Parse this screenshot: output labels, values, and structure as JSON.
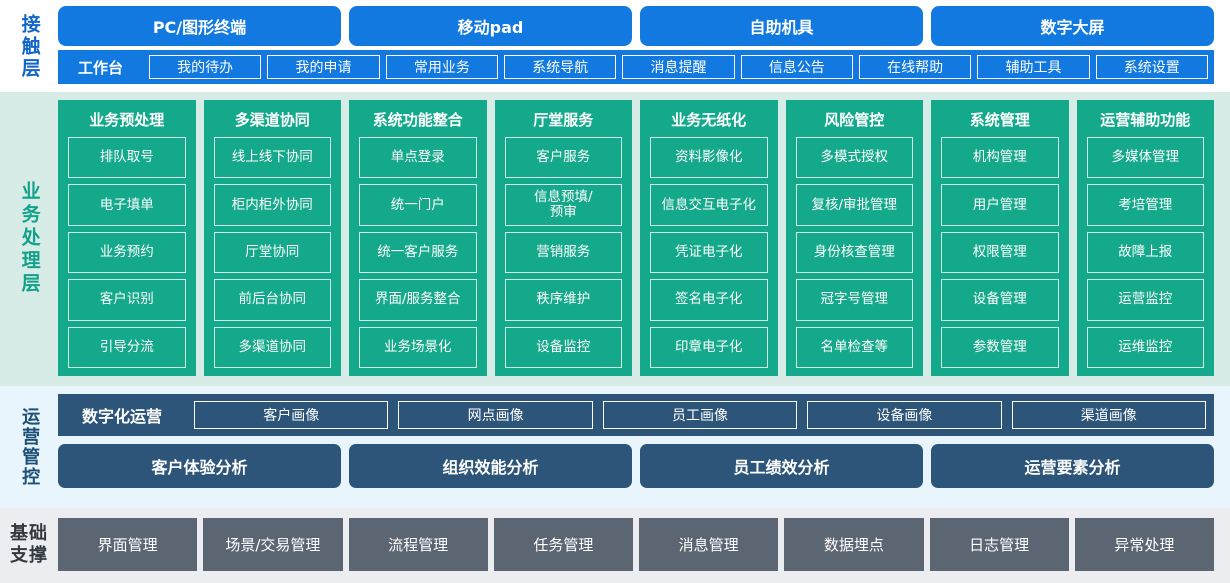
{
  "layers": {
    "contact": {
      "label": "接触层",
      "accent": "#1279e0",
      "channels": [
        "PC/图形终端",
        "移动pad",
        "自助机具",
        "数字大屏"
      ],
      "workbench_title": "工作台",
      "workbench_items": [
        "我的待办",
        "我的申请",
        "常用业务",
        "系统导航",
        "消息提醒",
        "信息公告",
        "在线帮助",
        "辅助工具",
        "系统设置"
      ]
    },
    "business": {
      "label": "业务处理层",
      "accent": "#15a98b",
      "background": "#d8ece7",
      "columns": [
        {
          "title": "业务预处理",
          "items": [
            "排队取号",
            "电子填单",
            "业务预约",
            "客户识别",
            "引导分流"
          ]
        },
        {
          "title": "多渠道协同",
          "items": [
            "线上线下协同",
            "柜内柜外协同",
            "厅堂协同",
            "前后台协同",
            "多渠道协同"
          ]
        },
        {
          "title": "系统功能整合",
          "items": [
            "单点登录",
            "统一门户",
            "统一客户服务",
            "界面/服务整合",
            "业务场景化"
          ]
        },
        {
          "title": "厅堂服务",
          "items": [
            "客户服务",
            "信息预填/\n预审",
            "营销服务",
            "秩序维护",
            "设备监控"
          ]
        },
        {
          "title": "业务无纸化",
          "items": [
            "资料影像化",
            "信息交互电子化",
            "凭证电子化",
            "签名电子化",
            "印章电子化"
          ]
        },
        {
          "title": "风险管控",
          "items": [
            "多模式授权",
            "复核/审批管理",
            "身份核查管理",
            "冠字号管理",
            "名单检查等"
          ]
        },
        {
          "title": "系统管理",
          "items": [
            "机构管理",
            "用户管理",
            "权限管理",
            "设备管理",
            "参数管理"
          ]
        },
        {
          "title": "运营辅助功能",
          "items": [
            "多媒体管理",
            "考培管理",
            "故障上报",
            "运营监控",
            "运维监控"
          ]
        }
      ]
    },
    "operations": {
      "label": "运营管控",
      "accent": "#2d5579",
      "background": "#e9f5fc",
      "digital_title": "数字化运营",
      "portrait_items": [
        "客户画像",
        "网点画像",
        "员工画像",
        "设备画像",
        "渠道画像"
      ],
      "analysis_items": [
        "客户体验分析",
        "组织效能分析",
        "员工绩效分析",
        "运营要素分析"
      ]
    },
    "foundation": {
      "label_line1": "基础",
      "label_line2": "支撑",
      "accent": "#5c6572",
      "background": "#ecedf0",
      "items": [
        "界面管理",
        "场景/交易管理",
        "流程管理",
        "任务管理",
        "消息管理",
        "数据埋点",
        "日志管理",
        "异常处理"
      ]
    }
  }
}
